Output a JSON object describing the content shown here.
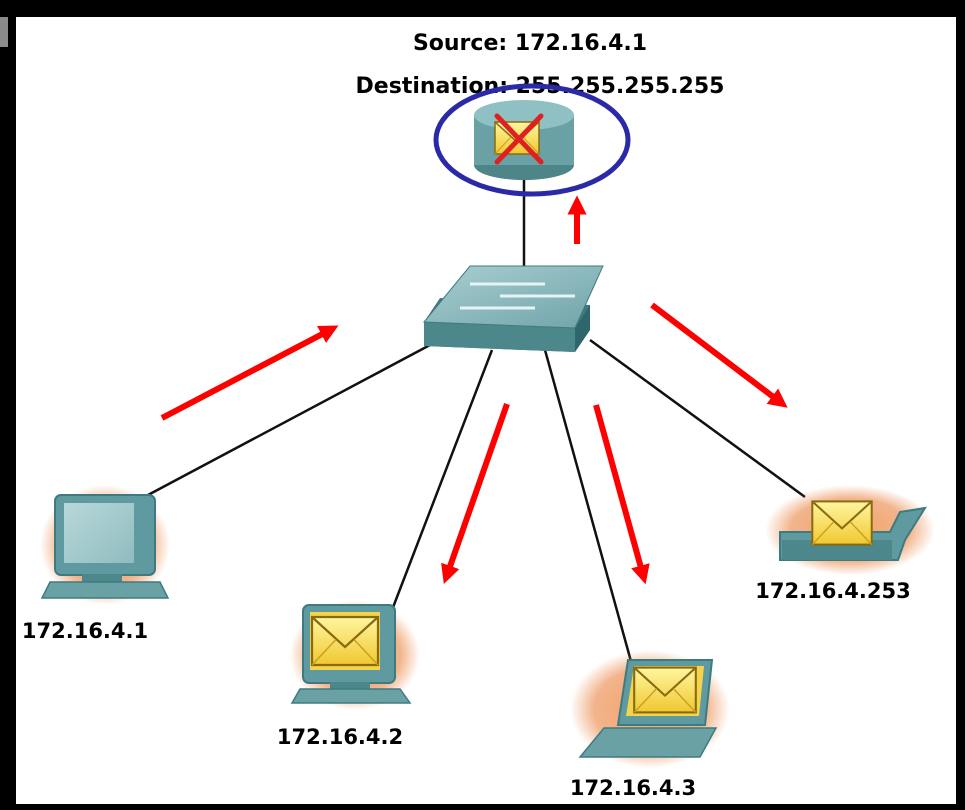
{
  "header": {
    "source": "Source: 172.16.4.1",
    "destination": "Destination: 255.255.255.255"
  },
  "hosts": [
    {
      "id": "pc1",
      "label": "172.16.4.1",
      "has_envelope": false
    },
    {
      "id": "pc2",
      "label": "172.16.4.2",
      "has_envelope": true
    },
    {
      "id": "pc3",
      "label": "172.16.4.3",
      "has_envelope": true
    },
    {
      "id": "printer",
      "label": "172.16.4.253",
      "has_envelope": true
    }
  ],
  "router": {
    "has_envelope": true,
    "dropped": true,
    "circled": true
  },
  "colors": {
    "arrow": "#ff0000",
    "circle": "#2a2aa8",
    "device_teal": "#5f9aa0",
    "envelope": "#f5d642",
    "glow": "#e8742a",
    "drop_x": "#e02020"
  }
}
